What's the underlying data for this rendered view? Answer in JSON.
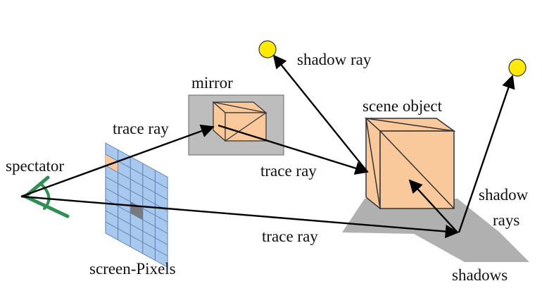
{
  "labels": {
    "shadow_ray": "shadow ray",
    "mirror": "mirror",
    "scene_object": "scene object",
    "trace_ray_1": "trace ray",
    "trace_ray_2": "trace ray",
    "trace_ray_3": "trace ray",
    "spectator": "spectator",
    "shadow_rays_line1": "shadow",
    "shadow_rays_line2": "rays",
    "screen_pixels": "screen-Pixels",
    "shadows": "shadows"
  },
  "colors": {
    "background": "#ffffff",
    "cube_fill": "#f9c99b",
    "cube_stroke": "#333333",
    "mirror_fill": "#bdbdbd",
    "pixel_grid_fill": "#a9c8ee",
    "pixel_grid_stroke": "#5c7fb0",
    "highlight_pixel": "#7a7a7a",
    "shadow_fill": "#b0b0b0",
    "light_fill": "#ffea00",
    "eye_stroke": "#2f8f55",
    "ray_stroke": "#000000"
  },
  "icons": {
    "eye": "eye-icon",
    "light_left": "light-source-icon",
    "light_right": "light-source-icon"
  }
}
